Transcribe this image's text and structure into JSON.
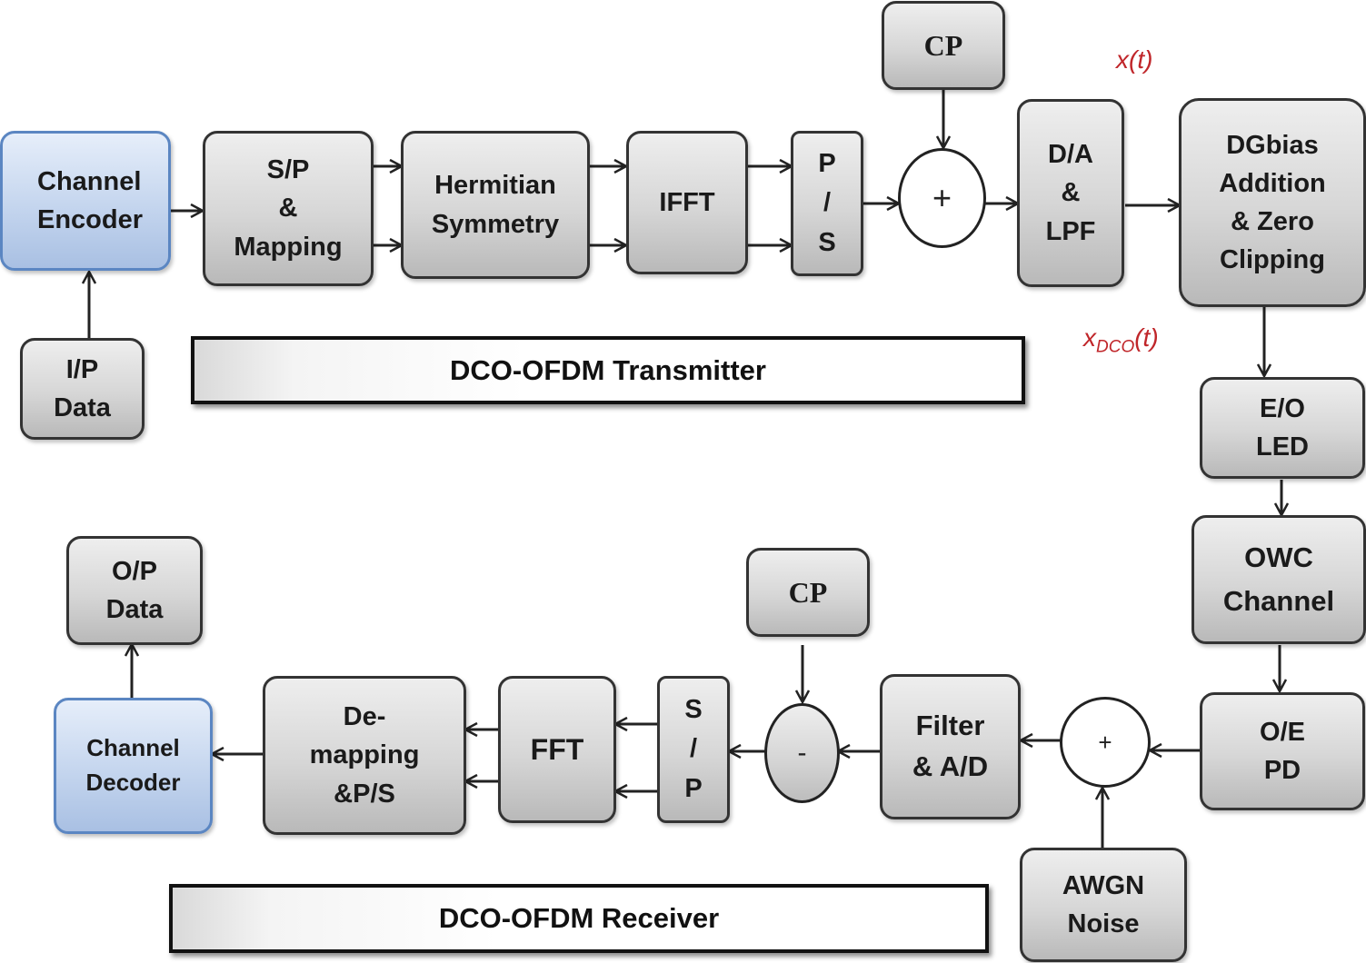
{
  "transmitter": {
    "title": "DCO-OFDM Transmitter",
    "channel_encoder": "Channel\nEncoder",
    "ip_data": "I/P\nData",
    "sp_mapping": "S/P\n&\nMapping",
    "hermitian": "Hermitian\nSymmetry",
    "ifft": "IFFT",
    "ps": "P\n/\nS",
    "cp": "CP",
    "adder_symbol": "+",
    "da_lpf": "D/A\n&\nLPF",
    "dc_bias": "DGbias\nAddition\n& Zero\nClipping",
    "signal_xt": "x(t)",
    "signal_xdco_main": "x",
    "signal_xdco_sub": "DCO",
    "signal_xdco_tail": "(t)",
    "eo_led": "E/O\nLED"
  },
  "channel": {
    "owc": "OWC\nChannel",
    "awgn": "AWGN\nNoise",
    "adder_symbol": "+"
  },
  "receiver": {
    "title": "DCO-OFDM Receiver",
    "oe_pd": "O/E\nPD",
    "filter_ad": "Filter\n& A/D",
    "cp": "CP",
    "subtract_symbol": "-",
    "sp": "S\n/\nP",
    "fft": "FFT",
    "demapping": "De-\nmapping\n&P/S",
    "channel_decoder": "Channel\nDecoder",
    "op_data": "O/P\nData"
  },
  "colors": {
    "signal_label": "#c0262a",
    "encoder_border": "#5b86c2",
    "block_border": "#333333"
  }
}
